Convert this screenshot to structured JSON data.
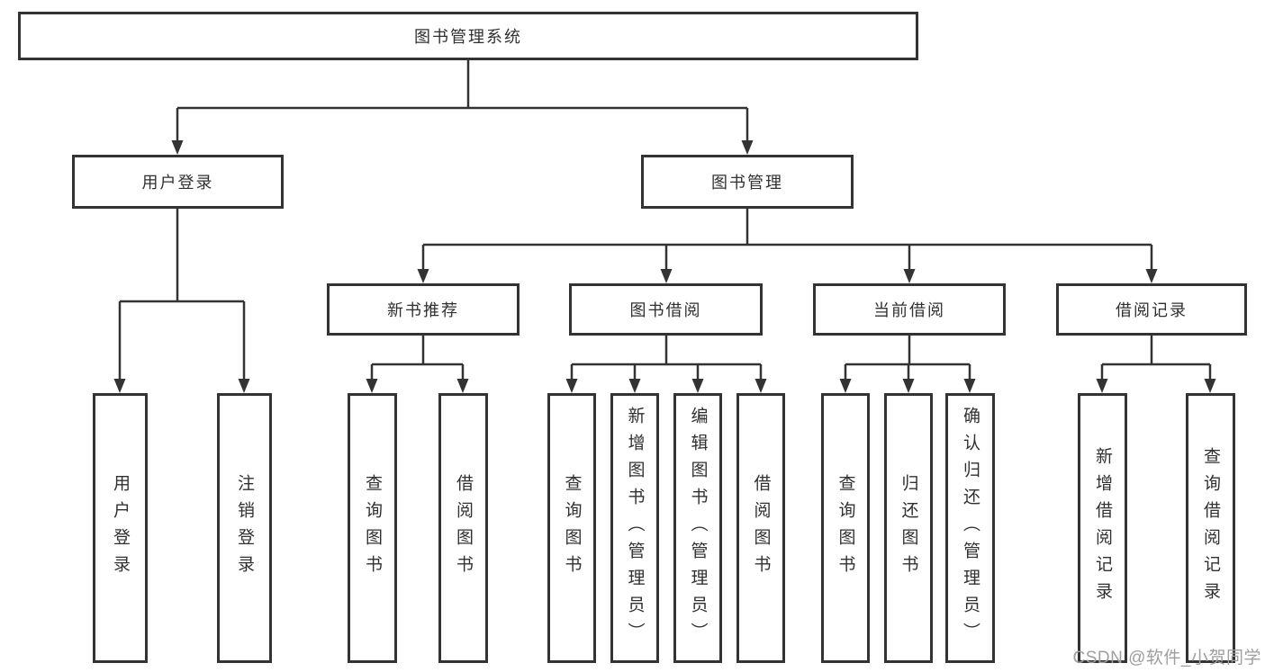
{
  "diagram": {
    "title": "图书管理系统",
    "nodes": {
      "root": "图书管理系统",
      "user_login": "用户登录",
      "book_mgmt": "图书管理",
      "new_book_rec": "新书推荐",
      "book_borrow": "图书借阅",
      "current_borrow": "当前借阅",
      "borrow_record": "借阅记录",
      "leaf_user_login": "用户登录",
      "leaf_logout": "注销登录",
      "leaf_nbr_query": "查询图书",
      "leaf_nbr_borrow": "借阅图书",
      "leaf_bb_query": "查询图书",
      "leaf_bb_add": "新增图书（管理员）",
      "leaf_bb_edit": "编辑图书（管理员）",
      "leaf_bb_borrow": "借阅图书",
      "leaf_cb_query": "查询图书",
      "leaf_cb_return": "归还图书",
      "leaf_cb_confirm": "确认归还（管理员）",
      "leaf_br_add": "新增借阅记录",
      "leaf_br_query": "查询借阅记录"
    },
    "hierarchy": {
      "图书管理系统": {
        "用户登录": [
          "用户登录",
          "注销登录"
        ],
        "图书管理": {
          "新书推荐": [
            "查询图书",
            "借阅图书"
          ],
          "图书借阅": [
            "查询图书",
            "新增图书（管理员）",
            "编辑图书（管理员）",
            "借阅图书"
          ],
          "当前借阅": [
            "查询图书",
            "归还图书",
            "确认归还（管理员）"
          ],
          "借阅记录": [
            "新增借阅记录",
            "查询借阅记录"
          ]
        }
      }
    }
  },
  "watermark": "CSDN @软件_小贺同学",
  "colors": {
    "line": "#333333",
    "box_border": "#333333",
    "text": "#303030",
    "watermark": "#9e9e9e",
    "background": "#ffffff"
  }
}
